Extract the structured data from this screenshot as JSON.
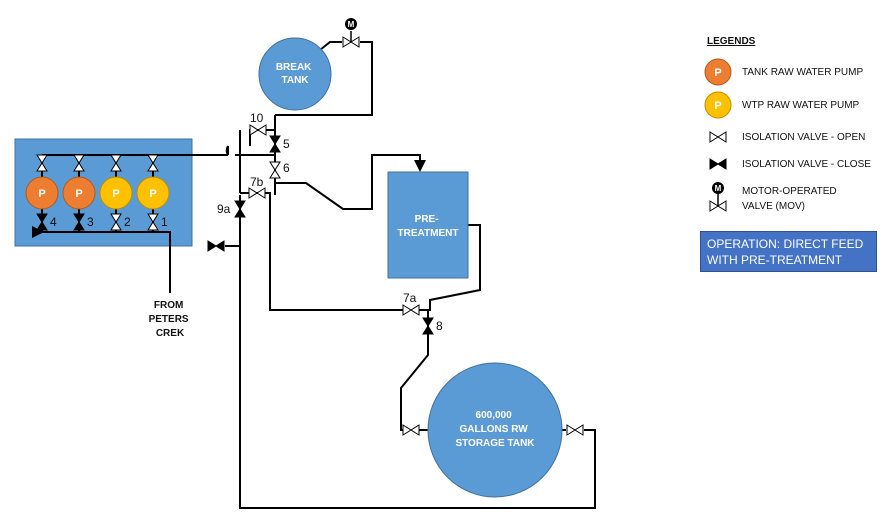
{
  "legend": {
    "title": "LEGENDS",
    "items": [
      {
        "icon": "orange-pump-icon",
        "label": "TANK RAW WATER PUMP"
      },
      {
        "icon": "yellow-pump-icon",
        "label": "WTP RAW WATER PUMP"
      },
      {
        "icon": "open-valve-icon",
        "label": "ISOLATION VALVE - OPEN"
      },
      {
        "icon": "closed-valve-icon",
        "label": "ISOLATION VALVE - CLOSE"
      },
      {
        "icon": "motor-operated-valve-icon",
        "label_lines": [
          "MOTOR-OPERATED",
          "VALVE (MOV)"
        ]
      }
    ],
    "pump_letter": "P",
    "motor_letter": "M"
  },
  "operation": {
    "lines": [
      "OPERATION: DIRECT FEED",
      "WITH PRE-TREATMENT"
    ],
    "color": "#4472c4"
  },
  "tanks": {
    "break": [
      "BREAK",
      "TANK"
    ],
    "pretreatment": [
      "PRE-",
      "TREATMENT"
    ],
    "storage": [
      "600,000",
      "GALLONS RW",
      "STORAGE TANK"
    ]
  },
  "source": [
    "FROM",
    "PETERS",
    "CREK"
  ],
  "pumps": [
    {
      "kind": "tank",
      "number": "4",
      "valve": "closed"
    },
    {
      "kind": "tank",
      "number": "3",
      "valve": "closed"
    },
    {
      "kind": "wtp",
      "number": "2",
      "valve": "open"
    },
    {
      "kind": "wtp",
      "number": "1",
      "valve": "open"
    }
  ],
  "valves": {
    "v10": {
      "label": "10",
      "state": "open"
    },
    "v5": {
      "label": "5",
      "state": "closed"
    },
    "v6": {
      "label": "6",
      "state": "open"
    },
    "v7b": {
      "label": "7b",
      "state": "open"
    },
    "v9a": {
      "label": "9a",
      "state": "closed"
    },
    "v7a": {
      "label": "7a",
      "state": "open"
    },
    "v8": {
      "label": "8",
      "state": "closed"
    }
  },
  "colors": {
    "tank_fill": "#5b9bd5",
    "tank_stroke": "#41719c",
    "tank_pump": "#ed7d31",
    "wtp_pump": "#ffc000",
    "pump_house": "#5b9bd5",
    "pipe": "#000000"
  }
}
